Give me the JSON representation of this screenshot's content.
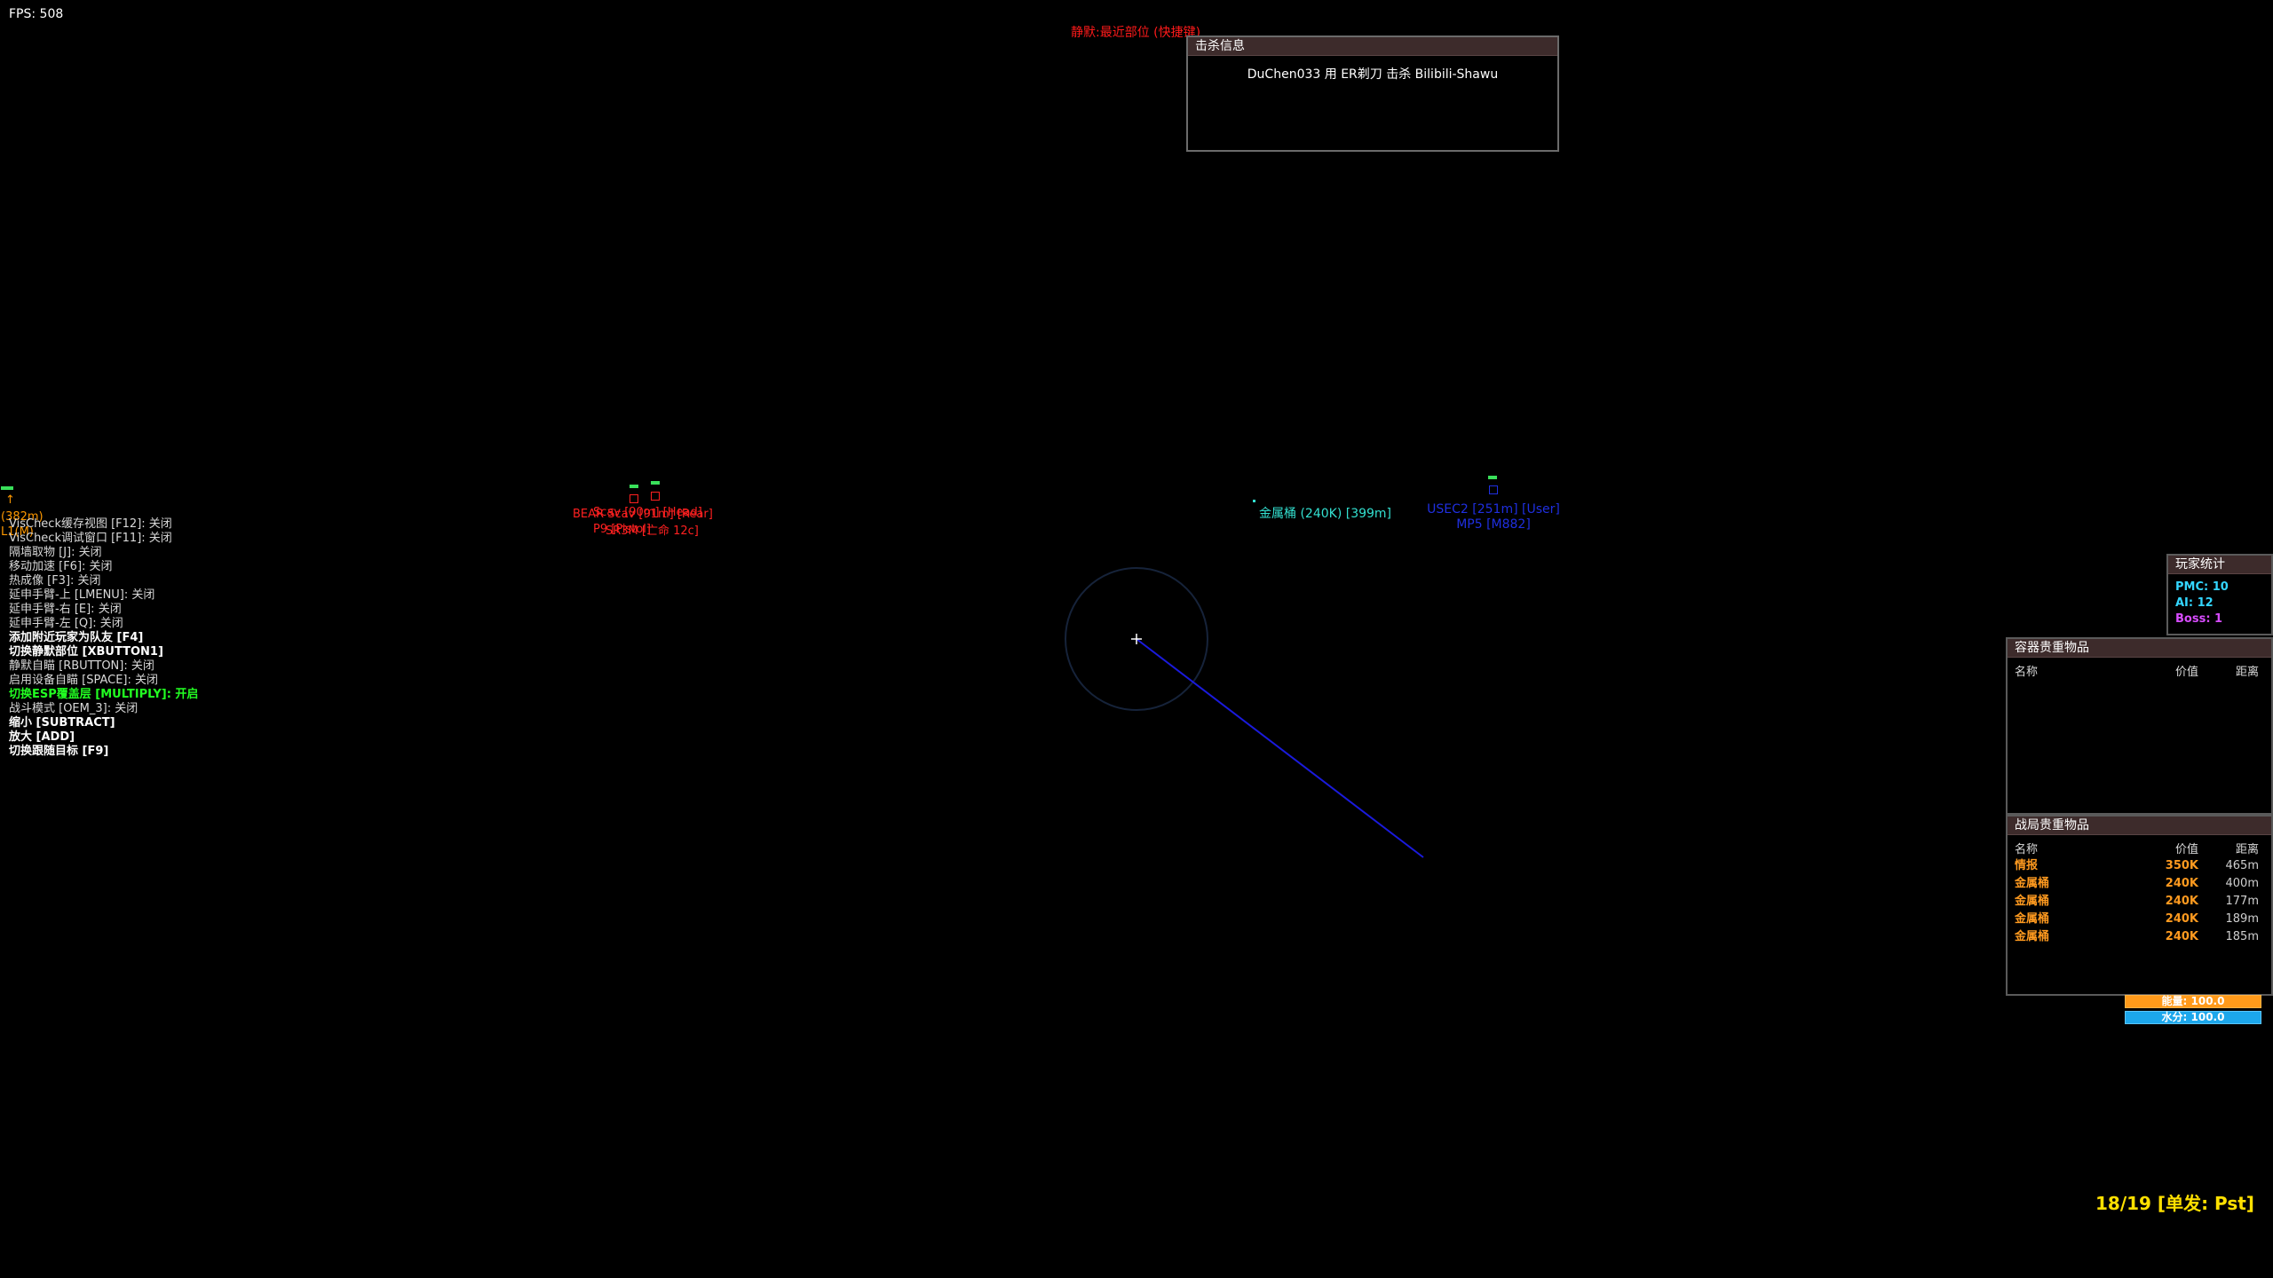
{
  "hud": {
    "fps": "FPS: 508",
    "silent_target": "静默:最近部位 (快捷键)",
    "ammo": "18/19 [单发: Pst]"
  },
  "kill_feed": {
    "title": "击杀信息",
    "entries": [
      "DuChen033 用 ER剃刀 击杀 Bilibili-Shawu"
    ]
  },
  "menu": [
    {
      "text": "VisCheck缓存视图 [F12]: 关闭",
      "style": "normal"
    },
    {
      "text": "VisCheck调试窗口 [F11]: 关闭",
      "style": "normal"
    },
    {
      "text": "隔墙取物 [J]: 关闭",
      "style": "normal"
    },
    {
      "text": "移动加速 [F6]: 关闭",
      "style": "normal"
    },
    {
      "text": "热成像 [F3]: 关闭",
      "style": "normal"
    },
    {
      "text": "延申手臂-上 [LMENU]: 关闭",
      "style": "normal"
    },
    {
      "text": "延申手臂-右 [E]: 关闭",
      "style": "normal"
    },
    {
      "text": "延申手臂-左 [Q]: 关闭",
      "style": "normal"
    },
    {
      "text": "添加附近玩家为队友 [F4]",
      "style": "bold"
    },
    {
      "text": "切换静默部位 [XBUTTON1]",
      "style": "bold"
    },
    {
      "text": "静默自瞄 [RBUTTON]: 关闭",
      "style": "normal"
    },
    {
      "text": "启用设备自瞄 [SPACE]: 关闭",
      "style": "normal"
    },
    {
      "text": "切换ESP覆盖层 [MULTIPLY]: 开启",
      "style": "green"
    },
    {
      "text": "战斗模式 [OEM_3]: 关闭",
      "style": "normal"
    },
    {
      "text": "缩小 [SUBTRACT]",
      "style": "bold"
    },
    {
      "text": "放大 [ADD]",
      "style": "bold"
    },
    {
      "text": "切换跟随目标 [F9]",
      "style": "bold"
    }
  ],
  "world": {
    "edge_arrow": "↑",
    "edge_distance": "(382m)",
    "edge_fragment": "L1(M)",
    "enemy_labels_a": [
      "BEAR Scav [91m] [Rear]",
      "P9 [Pistol]"
    ],
    "enemy_labels_b": [
      "Scav [90m] [Head]",
      "SR3M [亡命 12c]"
    ],
    "loot_label": "金属桶 (240K) [399m]",
    "player_name": "USEC2 [251m] [User]",
    "player_weapon": "MP5 [M882]"
  },
  "player_stats": {
    "title": "玩家统计",
    "pmc": "PMC: 10",
    "ai": "AI: 12",
    "boss": "Boss: 1"
  },
  "container_items": {
    "title": "容器贵重物品",
    "columns": [
      "名称",
      "价值",
      "距离"
    ],
    "rows": []
  },
  "raid_items": {
    "title": "战局贵重物品",
    "columns": [
      "名称",
      "价值",
      "距离"
    ],
    "rows": [
      [
        "情报",
        "350K",
        "465m"
      ],
      [
        "金属桶",
        "240K",
        "400m"
      ],
      [
        "金属桶",
        "240K",
        "177m"
      ],
      [
        "金属桶",
        "240K",
        "189m"
      ],
      [
        "金属桶",
        "240K",
        "185m"
      ]
    ]
  },
  "vitals": {
    "energy": "能量: 100.0",
    "water": "水分: 100.0"
  },
  "colors": {
    "menu_on": "#22ff22",
    "enemy": "#ff2020",
    "friendly": "#1f2fe0",
    "loot": "#33e0d0",
    "valuable": "#ff9a1f",
    "pmc": "#33d6ff",
    "ai": "#33d6ff",
    "boss": "#d84cff"
  }
}
